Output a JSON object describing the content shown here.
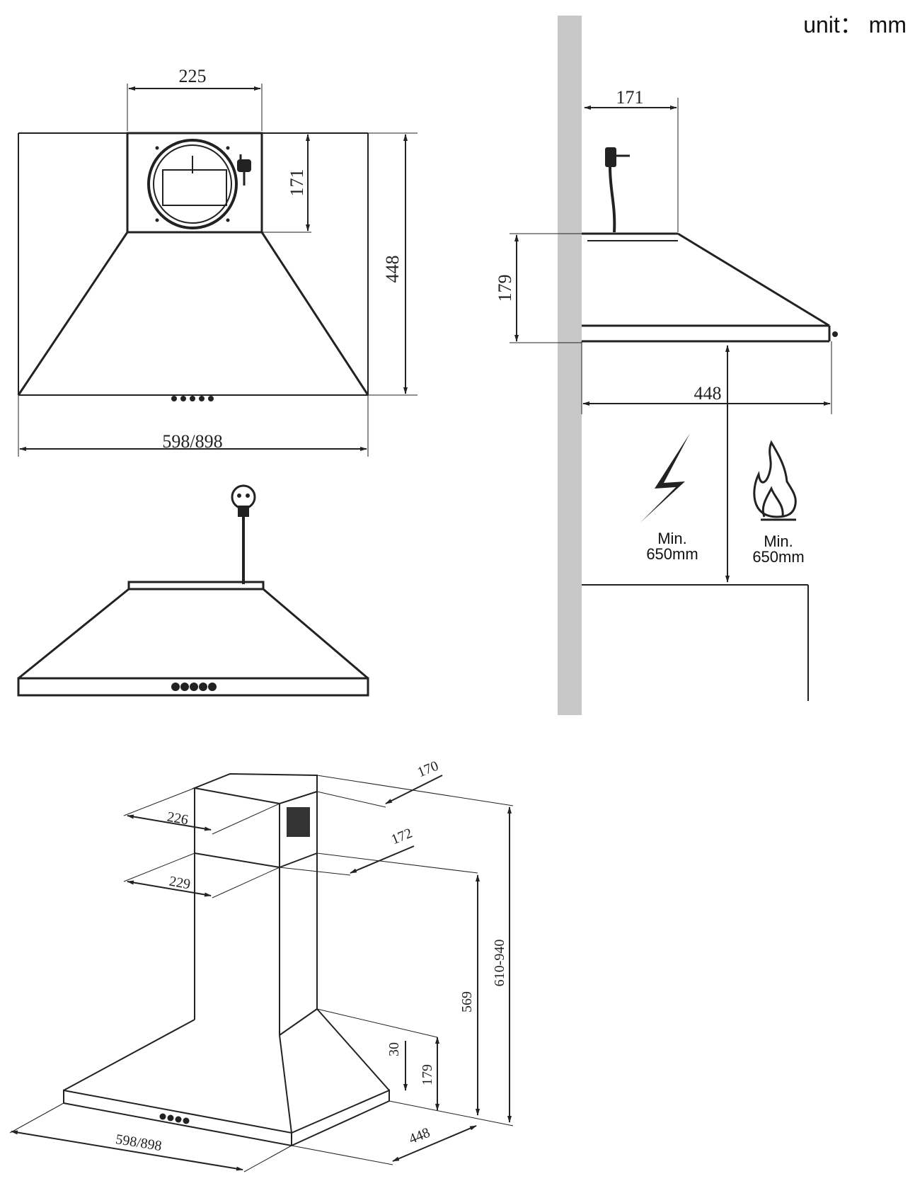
{
  "unit_label": "unit： mm",
  "front_view": {
    "outlet_width": "225",
    "outlet_height": "171",
    "total_height": "448",
    "total_width": "598/898"
  },
  "side_view": {
    "outlet_depth": "171",
    "hood_height": "179",
    "hood_depth": "448",
    "electric_clearance": {
      "line1": "Min.",
      "line2": "650mm"
    },
    "gas_clearance": {
      "line1": "Min.",
      "line2": "650mm"
    },
    "icons": [
      "lightning-icon",
      "flame-icon",
      "plug-icon"
    ]
  },
  "iso_view": {
    "top_depth": "170",
    "top_width": "226",
    "lower_depth": "172",
    "lower_width": "229",
    "chimney_range": "610-940",
    "chimney_lower": "569",
    "canopy_height": "179",
    "trim_height": "30",
    "base_depth": "448",
    "base_width": "598/898"
  },
  "colors": {
    "wall": "#c8c8c8",
    "line": "#222222"
  }
}
